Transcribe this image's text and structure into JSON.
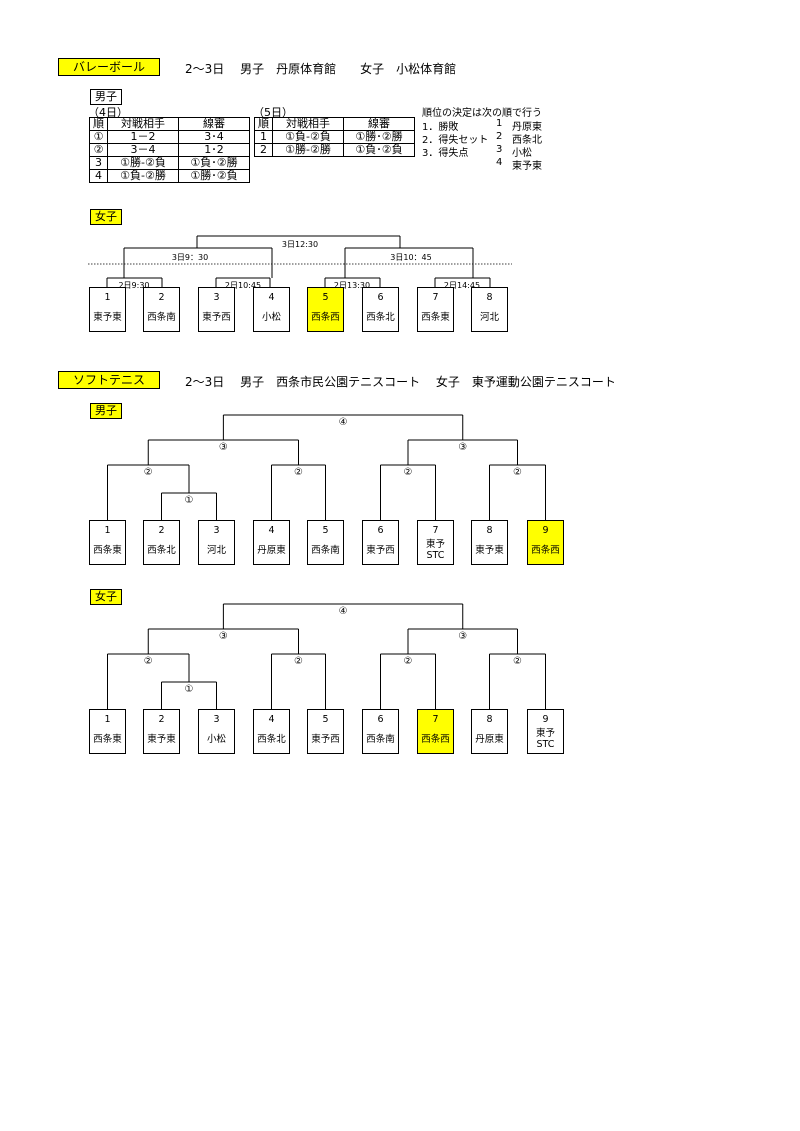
{
  "volleyball": {
    "title": "バレーボール",
    "header": "2～3日　 男子　丹原体育館　　女子　小松体育館",
    "boys_label": "男子",
    "day4": {
      "caption": "（4日）",
      "headers": [
        "順",
        "対戦相手",
        "線審"
      ],
      "rows": [
        [
          "①",
          "1－2",
          "3･4"
        ],
        [
          "②",
          "3－4",
          "1･2"
        ],
        [
          "3",
          "①勝-②負",
          "①負･②勝"
        ],
        [
          "4",
          "①負-②勝",
          "①勝･②負"
        ]
      ]
    },
    "day5": {
      "caption": "（5日）",
      "headers": [
        "順",
        "対戦相手",
        "線審"
      ],
      "rows": [
        [
          "1",
          "①負-②負",
          "①勝･②勝"
        ],
        [
          "2",
          "①勝-②勝",
          "①負･②負"
        ]
      ]
    },
    "ranking": {
      "title": "順位の決定は次の順で行う",
      "criteria": [
        "1．勝敗",
        "2．得失セット",
        "3．得失点"
      ],
      "places": [
        [
          "1",
          "丹原東"
        ],
        [
          "2",
          "西条北"
        ],
        [
          "3",
          "小松"
        ],
        [
          "4",
          "東予東"
        ]
      ]
    },
    "girls_label": "女子",
    "girls_times": {
      "final": "3日12:30",
      "semi1": "3日9：30",
      "semi2": "3日10：45",
      "r1": "2日9:30",
      "r2": "2日10:45",
      "r3": "2日13:30",
      "r4": "2日14:45"
    },
    "girls_teams": [
      {
        "num": "1",
        "name": "東予東",
        "highlight": false
      },
      {
        "num": "2",
        "name": "西条南",
        "highlight": false
      },
      {
        "num": "3",
        "name": "東予西",
        "highlight": false
      },
      {
        "num": "4",
        "name": "小松",
        "highlight": false
      },
      {
        "num": "5",
        "name": "西条西",
        "highlight": true
      },
      {
        "num": "6",
        "name": "西条北",
        "highlight": false
      },
      {
        "num": "7",
        "name": "西条東",
        "highlight": false
      },
      {
        "num": "8",
        "name": "河北",
        "highlight": false
      }
    ]
  },
  "softtennis": {
    "title": "ソフトテニス",
    "header": "2～3日　 男子　西条市民公園テニスコート　 女子　東予運動公園テニスコート",
    "boys_label": "男子",
    "girls_label": "女子",
    "marks": {
      "m1": "①",
      "m2": "②",
      "m3": "③",
      "m4": "④"
    },
    "boys_teams": [
      {
        "num": "1",
        "name": "西条東",
        "highlight": false
      },
      {
        "num": "2",
        "name": "西条北",
        "highlight": false
      },
      {
        "num": "3",
        "name": "河北",
        "highlight": false
      },
      {
        "num": "4",
        "name": "丹原東",
        "highlight": false
      },
      {
        "num": "5",
        "name": "西条南",
        "highlight": false
      },
      {
        "num": "6",
        "name": "東予西",
        "highlight": false
      },
      {
        "num": "7",
        "name": "東予\nSTC",
        "highlight": false
      },
      {
        "num": "8",
        "name": "東予東",
        "highlight": false
      },
      {
        "num": "9",
        "name": "西条西",
        "highlight": true
      }
    ],
    "girls_teams": [
      {
        "num": "1",
        "name": "西条東",
        "highlight": false
      },
      {
        "num": "2",
        "name": "東予東",
        "highlight": false
      },
      {
        "num": "3",
        "name": "小松",
        "highlight": false
      },
      {
        "num": "4",
        "name": "西条北",
        "highlight": false
      },
      {
        "num": "5",
        "name": "東予西",
        "highlight": false
      },
      {
        "num": "6",
        "name": "西条南",
        "highlight": false
      },
      {
        "num": "7",
        "name": "西条西",
        "highlight": true
      },
      {
        "num": "8",
        "name": "丹原東",
        "highlight": false
      },
      {
        "num": "9",
        "name": "東予\nSTC",
        "highlight": false
      }
    ]
  }
}
